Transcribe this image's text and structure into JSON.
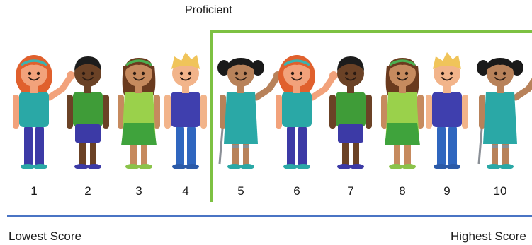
{
  "header": {
    "proficient_label": "Proficient"
  },
  "scale": {
    "low_label": "Lowest Score",
    "high_label": "Highest Score"
  },
  "colors": {
    "proficient_border": "#7dc142",
    "scale_line": "#4a74c4"
  },
  "figures": [
    {
      "number": "1",
      "type": "girl-ginger-wave",
      "proficient": false
    },
    {
      "number": "2",
      "type": "boy-dark",
      "proficient": false
    },
    {
      "number": "3",
      "type": "girl-brown",
      "proficient": false
    },
    {
      "number": "4",
      "type": "boy-blond",
      "proficient": false
    },
    {
      "number": "5",
      "type": "girl-crutch-wave",
      "proficient": true
    },
    {
      "number": "6",
      "type": "girl-ginger-wave",
      "proficient": true
    },
    {
      "number": "7",
      "type": "boy-dark",
      "proficient": true
    },
    {
      "number": "8",
      "type": "girl-brown",
      "proficient": true
    },
    {
      "number": "9",
      "type": "boy-blond",
      "proficient": true
    },
    {
      "number": "10",
      "type": "girl-crutch-wave",
      "proficient": true
    }
  ]
}
